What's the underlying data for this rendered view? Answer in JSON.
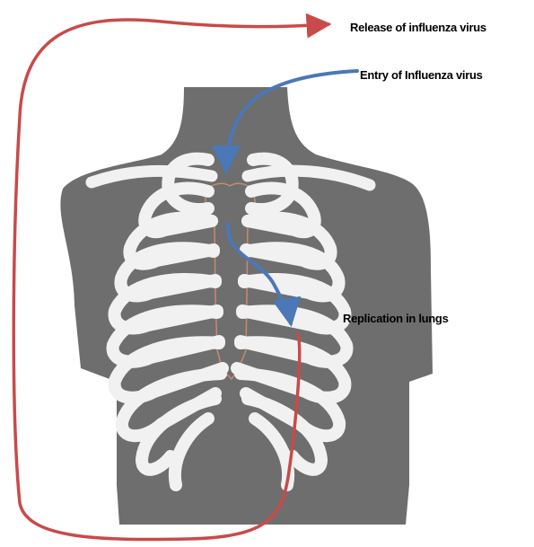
{
  "labels": {
    "release": "Release of influenza virus",
    "entry": "Entry of Influenza virus",
    "replication": "Replication in lungs"
  },
  "colors": {
    "background": "#ffffff",
    "torso": "#6e6e6e",
    "rib": "#f1f1f1",
    "rib_shadow": "#d4d4d4",
    "sternum_outline": "#c98a6a",
    "release_arrow": "#c94a4a",
    "entry_arrow": "#4a78b8",
    "text": "#000000"
  },
  "icons": {
    "torso": "human-torso-silhouette",
    "rib_cage": "rib-cage",
    "release_arrow": "red-loop-arrow",
    "entry_arrow": "blue-curved-arrow",
    "replication_arrow": "blue-down-arrow"
  }
}
